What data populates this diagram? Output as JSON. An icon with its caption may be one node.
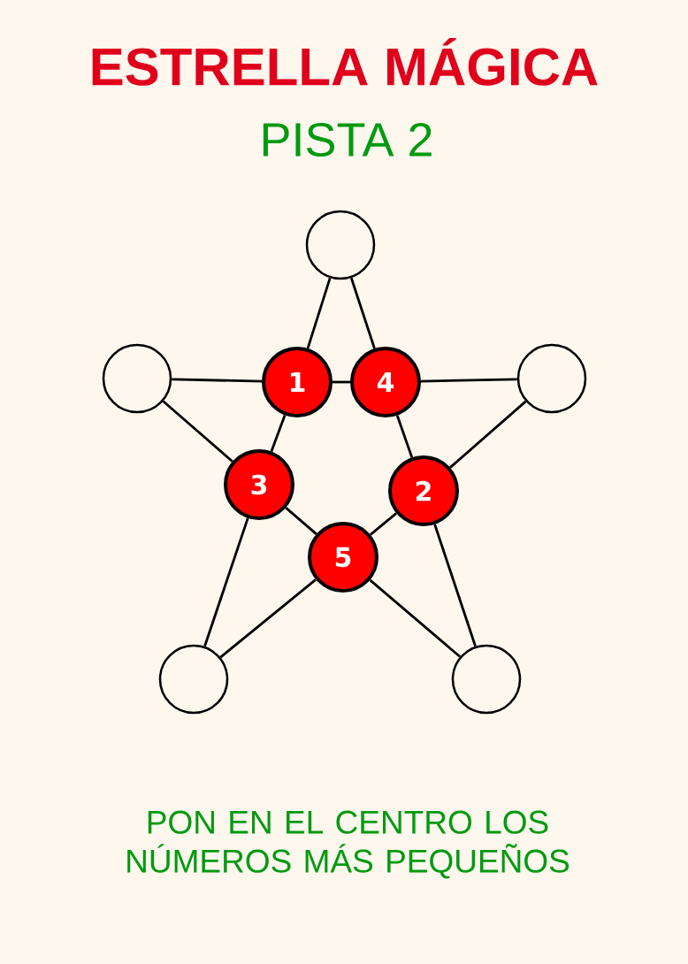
{
  "diagram": {
    "title": "ESTRELLA MÁGICA",
    "nodes": [
      {
        "text": [],
        "shape": "circle"
      },
      {
        "text": [],
        "shape": "circle"
      },
      {
        "text": [
          "1"
        ]
      },
      {
        "text": [
          "4"
        ]
      },
      {
        "text": [],
        "shape": "circle"
      },
      {
        "text": [
          "3"
        ]
      },
      {
        "text": [
          "2"
        ]
      },
      {
        "text": [
          "5"
        ]
      },
      {
        "text": [],
        "shape": "circle"
      },
      {
        "text": [],
        "shape": "circle"
      }
    ],
    "edges": [
      {
        "from": 0,
        "to": 2,
        "arrow": "none"
      },
      {
        "from": 0,
        "to": 3,
        "arrow": "none"
      },
      {
        "from": 1,
        "to": 2,
        "arrow": "none"
      },
      {
        "from": 2,
        "to": 3,
        "arrow": "none"
      },
      {
        "from": 3,
        "to": 4,
        "arrow": "none"
      },
      {
        "from": 1,
        "to": 5,
        "arrow": "none"
      },
      {
        "from": 2,
        "to": 5,
        "arrow": "none"
      },
      {
        "from": 3,
        "to": 6,
        "arrow": "none"
      },
      {
        "from": 4,
        "to": 6,
        "arrow": "none"
      },
      {
        "from": 5,
        "to": 7,
        "arrow": "none"
      },
      {
        "from": 6,
        "to": 7,
        "arrow": "none"
      },
      {
        "from": 5,
        "to": 8,
        "arrow": "none"
      },
      {
        "from": 7,
        "to": 8,
        "arrow": "none"
      },
      {
        "from": 7,
        "to": 9,
        "arrow": "none"
      },
      {
        "from": 6,
        "to": 9,
        "arrow": "none"
      }
    ],
    "labels": [
      "PISTA 2",
      "PON EN EL CENTRO LOS NÚMEROS MÁS PEQUEÑOS"
    ]
  }
}
